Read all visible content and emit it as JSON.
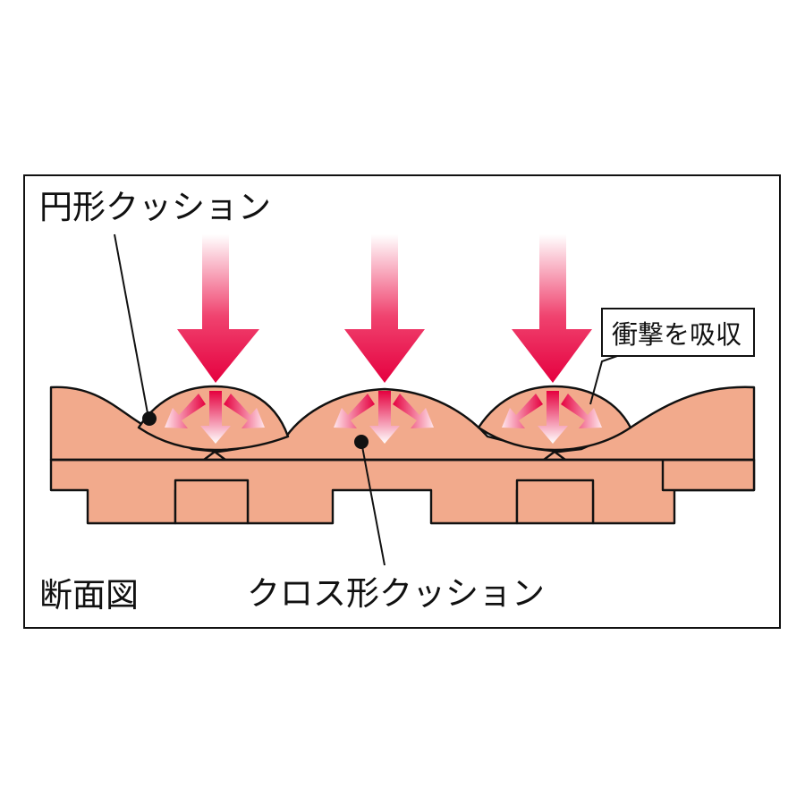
{
  "labels": {
    "circular_cushion": "円形クッション",
    "impact_absorb": "衝撃を吸収",
    "cross_section": "断面図",
    "cross_cushion": "クロス形クッション"
  },
  "colors": {
    "mat_fill": "#f2aa8c",
    "outline": "#111111",
    "arrow_red": "#e5003f",
    "arrow_light": "#ffffff"
  }
}
